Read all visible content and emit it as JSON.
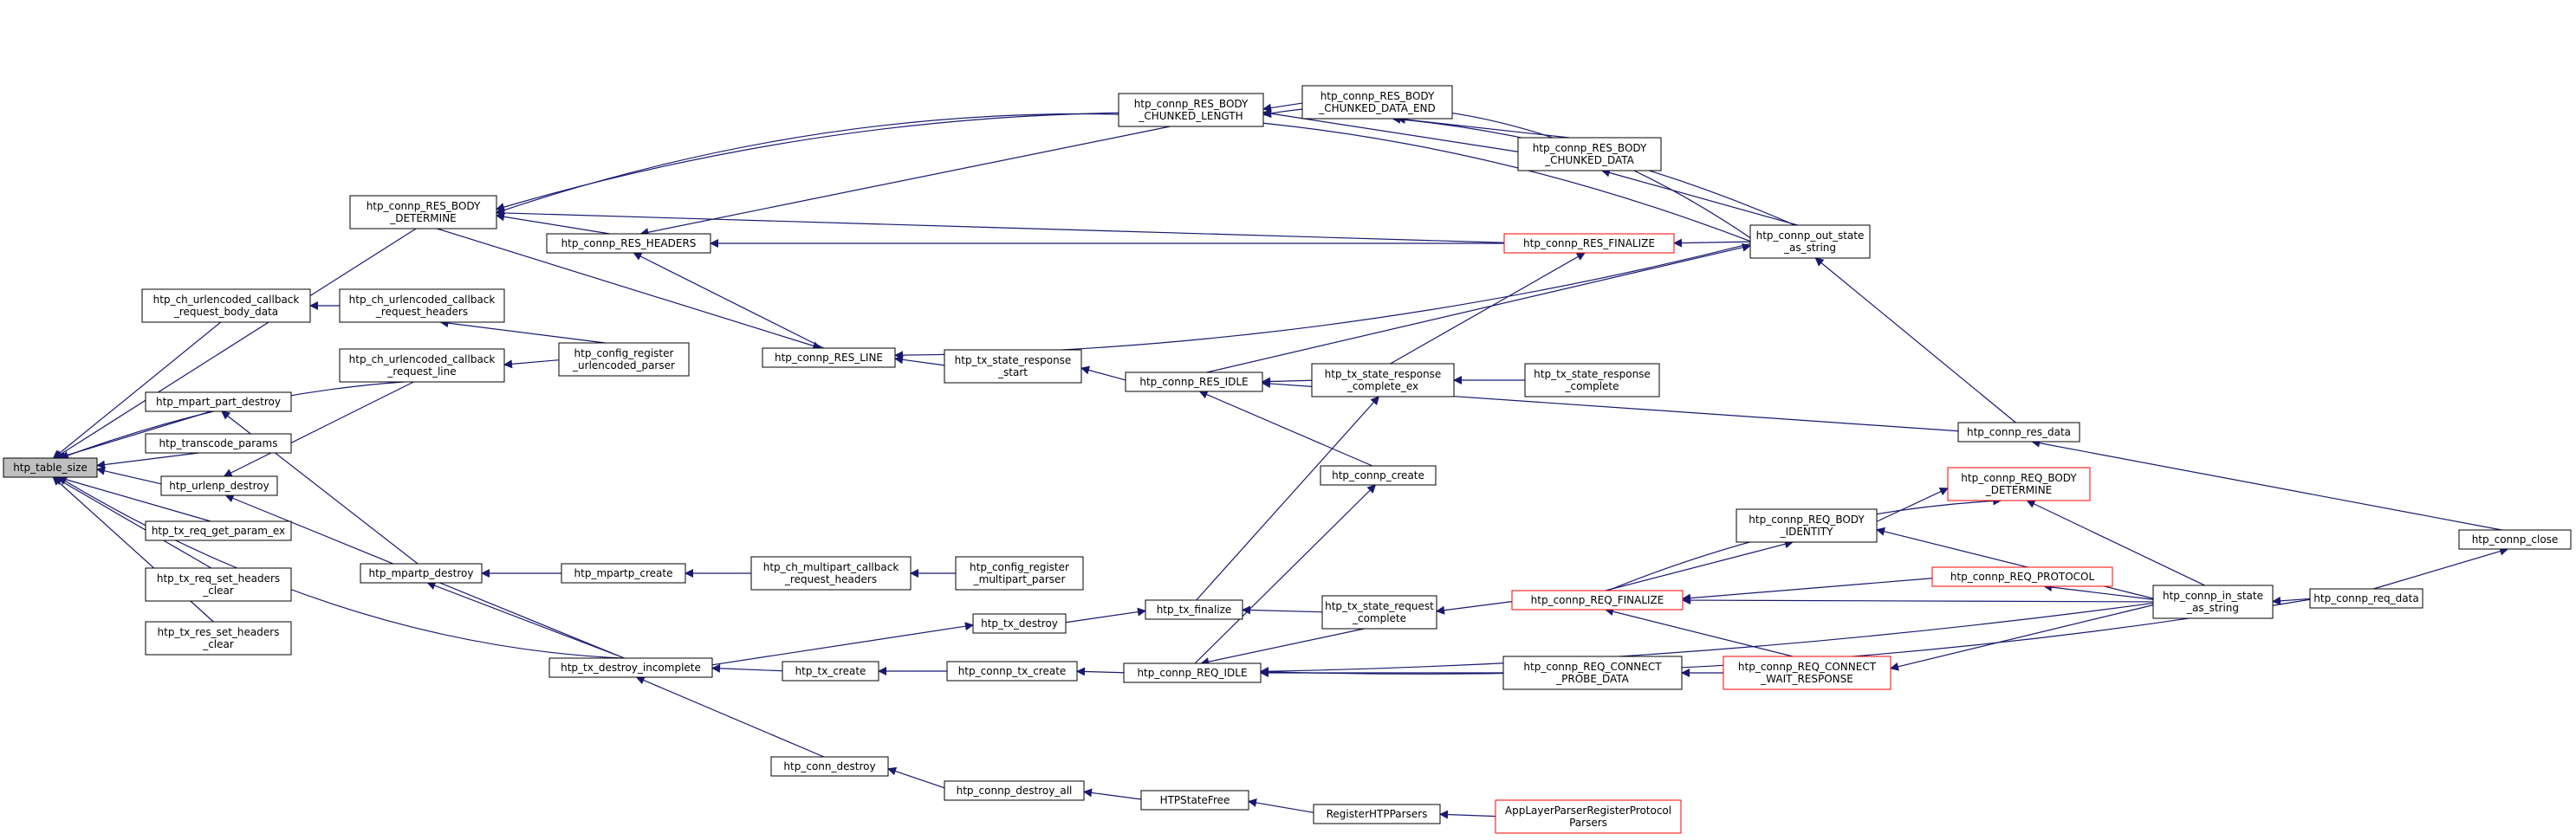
{
  "colors": {
    "edge": "#191970",
    "node_border": "#000000",
    "highlight_border": "#ff0000",
    "root_fill": "#bfbfbf"
  },
  "nodes": {
    "htp_table_size": {
      "lines": [
        "htp_table_size"
      ]
    },
    "res_body_determine": {
      "lines": [
        "htp_connp_RES_BODY",
        "_DETERMINE"
      ]
    },
    "res_body_chunked_length": {
      "lines": [
        "htp_connp_RES_BODY",
        "_CHUNKED_LENGTH"
      ]
    },
    "res_body_chunked_data_end": {
      "lines": [
        "htp_connp_RES_BODY",
        "_CHUNKED_DATA_END"
      ]
    },
    "res_body_chunked_data": {
      "lines": [
        "htp_connp_RES_BODY",
        "_CHUNKED_DATA"
      ]
    },
    "res_headers": {
      "lines": [
        "htp_connp_RES_HEADERS"
      ]
    },
    "res_finalize": {
      "lines": [
        "htp_connp_RES_FINALIZE"
      ]
    },
    "out_state_as_string": {
      "lines": [
        "htp_connp_out_state",
        "_as_string"
      ]
    },
    "ch_urlenc_body_data": {
      "lines": [
        "htp_ch_urlencoded_callback",
        "_request_body_data"
      ]
    },
    "ch_urlenc_req_headers": {
      "lines": [
        "htp_ch_urlencoded_callback",
        "_request_headers"
      ]
    },
    "ch_urlenc_req_line": {
      "lines": [
        "htp_ch_urlencoded_callback",
        "_request_line"
      ]
    },
    "config_reg_urlenc": {
      "lines": [
        "htp_config_register",
        "_urlencoded_parser"
      ]
    },
    "res_line": {
      "lines": [
        "htp_connp_RES_LINE"
      ]
    },
    "tx_state_response_start": {
      "lines": [
        "htp_tx_state_response",
        "_start"
      ]
    },
    "res_idle": {
      "lines": [
        "htp_connp_RES_IDLE"
      ]
    },
    "tx_state_response_complete_ex": {
      "lines": [
        "htp_tx_state_response",
        "_complete_ex"
      ]
    },
    "tx_state_response_complete": {
      "lines": [
        "htp_tx_state_response",
        "_complete"
      ]
    },
    "mpart_part_destroy": {
      "lines": [
        "htp_mpart_part_destroy"
      ]
    },
    "transcode_params": {
      "lines": [
        "htp_transcode_params"
      ]
    },
    "urlenp_destroy": {
      "lines": [
        "htp_urlenp_destroy"
      ]
    },
    "res_data": {
      "lines": [
        "htp_connp_res_data"
      ]
    },
    "connp_create": {
      "lines": [
        "htp_connp_create"
      ]
    },
    "req_body_determine": {
      "lines": [
        "htp_connp_REQ_BODY",
        "_DETERMINE"
      ]
    },
    "req_body_identity": {
      "lines": [
        "htp_connp_REQ_BODY",
        "_IDENTITY"
      ]
    },
    "connp_close": {
      "lines": [
        "htp_connp_close"
      ]
    },
    "tx_req_get_param_ex": {
      "lines": [
        "htp_tx_req_get_param_ex"
      ]
    },
    "mpartp_destroy": {
      "lines": [
        "htp_mpartp_destroy"
      ]
    },
    "mpartp_create": {
      "lines": [
        "htp_mpartp_create"
      ]
    },
    "ch_multipart_req_headers": {
      "lines": [
        "htp_ch_multipart_callback",
        "_request_headers"
      ]
    },
    "config_reg_multipart": {
      "lines": [
        "htp_config_register",
        "_multipart_parser"
      ]
    },
    "req_protocol": {
      "lines": [
        "htp_connp_REQ_PROTOCOL"
      ]
    },
    "tx_req_set_headers_clear": {
      "lines": [
        "htp_tx_req_set_headers",
        "_clear"
      ]
    },
    "tx_finalize": {
      "lines": [
        "htp_tx_finalize"
      ]
    },
    "tx_state_request_complete": {
      "lines": [
        "htp_tx_state_request",
        "_complete"
      ]
    },
    "req_finalize": {
      "lines": [
        "htp_connp_REQ_FINALIZE"
      ]
    },
    "in_state_as_string": {
      "lines": [
        "htp_connp_in_state",
        "_as_string"
      ]
    },
    "req_data": {
      "lines": [
        "htp_connp_req_data"
      ]
    },
    "tx_res_set_headers_clear": {
      "lines": [
        "htp_tx_res_set_headers",
        "_clear"
      ]
    },
    "tx_destroy": {
      "lines": [
        "htp_tx_destroy"
      ]
    },
    "tx_destroy_incomplete": {
      "lines": [
        "htp_tx_destroy_incomplete"
      ]
    },
    "tx_create": {
      "lines": [
        "htp_tx_create"
      ]
    },
    "connp_tx_create": {
      "lines": [
        "htp_connp_tx_create"
      ]
    },
    "req_idle": {
      "lines": [
        "htp_connp_REQ_IDLE"
      ]
    },
    "req_connect_probe_data": {
      "lines": [
        "htp_connp_REQ_CONNECT",
        "_PROBE_DATA"
      ]
    },
    "req_connect_wait_response": {
      "lines": [
        "htp_connp_REQ_CONNECT",
        "_WAIT_RESPONSE"
      ]
    },
    "conn_destroy": {
      "lines": [
        "htp_conn_destroy"
      ]
    },
    "connp_destroy_all": {
      "lines": [
        "htp_connp_destroy_all"
      ]
    },
    "htpstatefree": {
      "lines": [
        "HTPStateFree"
      ]
    },
    "registerhtpparsers": {
      "lines": [
        "RegisterHTPParsers"
      ]
    },
    "applayer_register": {
      "lines": [
        "AppLayerParserRegisterProtocol",
        "Parsers"
      ]
    }
  }
}
